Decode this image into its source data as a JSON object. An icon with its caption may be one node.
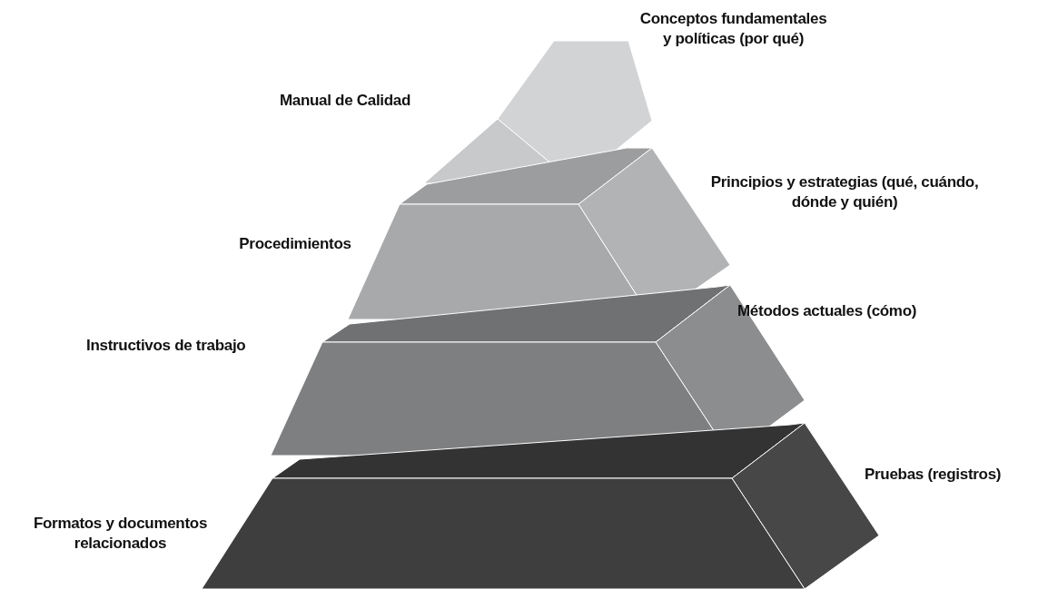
{
  "diagram": {
    "nodes": [
      {
        "text": [
          "Manual de Calidad"
        ],
        "beside": [
          "Conceptos fundamentales y políticas (por qué)"
        ]
      },
      {
        "text": [
          "Procedimientos"
        ],
        "beside": [
          "Principios y estrategias (qué, cuándo, dónde y quién)"
        ]
      },
      {
        "text": [
          "Instructivos de trabajo"
        ],
        "beside": [
          "Métodos actuales (cómo)"
        ]
      },
      {
        "text": [
          "Formatos y documentos relacionados"
        ],
        "beside": [
          "Pruebas (registros)"
        ]
      }
    ]
  }
}
